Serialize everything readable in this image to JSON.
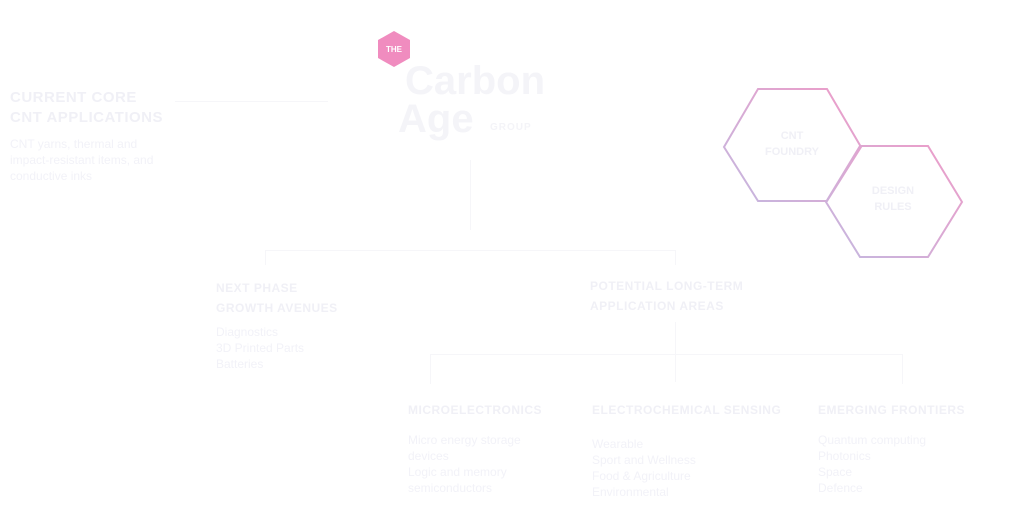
{
  "logo": {
    "badge": "THE",
    "line1": "Carbon",
    "line2": "Age",
    "suffix": "GROUP",
    "badge_color": "#f08cbf"
  },
  "current": {
    "title_lines": [
      "CURRENT CORE",
      "CNT APPLICATIONS"
    ],
    "body_lines": [
      "CNT yarns, thermal and",
      "impact-resistant items, and",
      "conductive inks"
    ]
  },
  "next_phase": {
    "title_lines": [
      "NEXT PHASE",
      "GROWTH AVENUES"
    ],
    "body_lines": [
      "Diagnostics",
      "3D Printed Parts",
      "Batteries"
    ]
  },
  "long_term": {
    "title_lines": [
      "POTENTIAL LONG-TERM",
      "APPLICATION AREAS"
    ]
  },
  "columns": [
    {
      "title": "MICROELECTRONICS",
      "items": [
        "Micro energy storage",
        "devices",
        "Logic and memory",
        "semiconductors"
      ]
    },
    {
      "title": "ELECTROCHEMICAL SENSING",
      "items": [
        "Wearable",
        "Sport and Wellness",
        "Food & Agriculture",
        "Environmental"
      ]
    },
    {
      "title": "EMERGING FRONTIERS",
      "items": [
        "Quantum computing",
        "Photonics",
        "Space",
        "Defence"
      ]
    }
  ],
  "hexagons": [
    {
      "lines": [
        "CNT",
        "FOUNDRY"
      ]
    },
    {
      "lines": [
        "DESIGN",
        "RULES"
      ]
    }
  ],
  "colors": {
    "hex_pink": "#ee9cc8",
    "hex_lavender": "#c4b8e0"
  }
}
